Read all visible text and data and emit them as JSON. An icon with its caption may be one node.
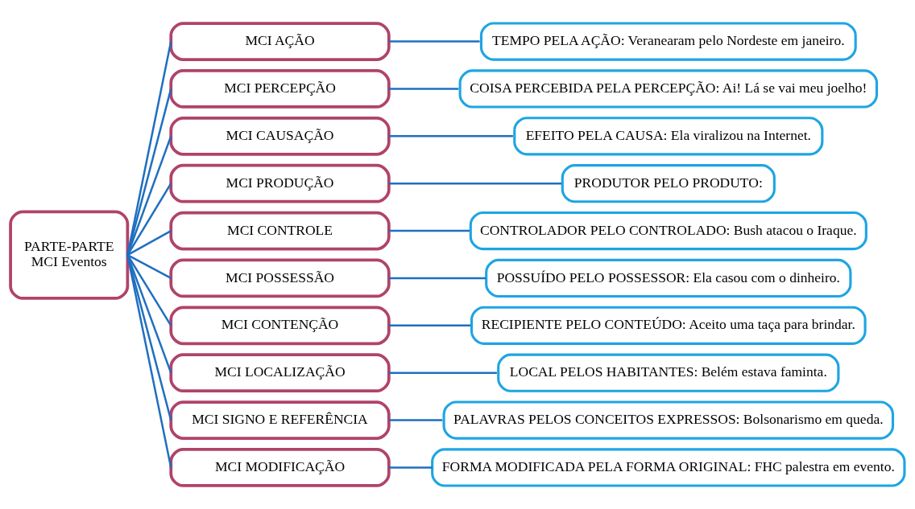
{
  "diagram": {
    "nodes": [
      {
        "text": [
          "PARTE-PARTE",
          "MCI Eventos"
        ]
      },
      {
        "text": [
          "MCI AÇÃO"
        ]
      },
      {
        "text": [
          "TEMPO PELA AÇÃO: Veranearam pelo Nordeste em janeiro."
        ]
      },
      {
        "text": [
          "MCI PERCEPÇÃO"
        ]
      },
      {
        "text": [
          "COISA PERCEBIDA PELA PERCEPÇÃO: Ai! Lá se vai meu joelho!"
        ]
      },
      {
        "text": [
          "MCI CAUSAÇÃO"
        ]
      },
      {
        "text": [
          "EFEITO PELA CAUSA: Ela viralizou na Internet."
        ]
      },
      {
        "text": [
          "MCI PRODUÇÃO"
        ]
      },
      {
        "text": [
          "PRODUTOR PELO PRODUTO:"
        ]
      },
      {
        "text": [
          "MCI CONTROLE"
        ]
      },
      {
        "text": [
          "CONTROLADOR PELO CONTROLADO: Bush atacou o Iraque."
        ]
      },
      {
        "text": [
          "MCI POSSESSÃO"
        ]
      },
      {
        "text": [
          "POSSUÍDO PELO POSSESSOR: Ela casou com o dinheiro."
        ]
      },
      {
        "text": [
          "MCI CONTENÇÃO"
        ]
      },
      {
        "text": [
          "RECIPIENTE PELO CONTEÚDO: Aceito uma taça para brindar."
        ]
      },
      {
        "text": [
          "MCI LOCALIZAÇÃO"
        ]
      },
      {
        "text": [
          "LOCAL PELOS HABITANTES: Belém estava faminta."
        ]
      },
      {
        "text": [
          "MCI SIGNO E REFERÊNCIA"
        ]
      },
      {
        "text": [
          "PALAVRAS PELOS CONCEITOS EXPRESSOS: Bolsonarismo em queda."
        ]
      },
      {
        "text": [
          "MCI MODIFICAÇÃO"
        ]
      },
      {
        "text": [
          "FORMA MODIFICADA PELA FORMA ORIGINAL: FHC palestra em evento."
        ]
      }
    ],
    "edges": [
      {
        "from": 0,
        "to": 1,
        "arrow": "none"
      },
      {
        "from": 1,
        "to": 2,
        "arrow": "none"
      },
      {
        "from": 0,
        "to": 3,
        "arrow": "none"
      },
      {
        "from": 3,
        "to": 4,
        "arrow": "none"
      },
      {
        "from": 0,
        "to": 5,
        "arrow": "none"
      },
      {
        "from": 5,
        "to": 6,
        "arrow": "none"
      },
      {
        "from": 0,
        "to": 7,
        "arrow": "none"
      },
      {
        "from": 7,
        "to": 8,
        "arrow": "none"
      },
      {
        "from": 0,
        "to": 9,
        "arrow": "none"
      },
      {
        "from": 9,
        "to": 10,
        "arrow": "none"
      },
      {
        "from": 0,
        "to": 11,
        "arrow": "none"
      },
      {
        "from": 11,
        "to": 12,
        "arrow": "none"
      },
      {
        "from": 0,
        "to": 13,
        "arrow": "none"
      },
      {
        "from": 13,
        "to": 14,
        "arrow": "none"
      },
      {
        "from": 0,
        "to": 15,
        "arrow": "none"
      },
      {
        "from": 15,
        "to": 16,
        "arrow": "none"
      },
      {
        "from": 0,
        "to": 17,
        "arrow": "none"
      },
      {
        "from": 17,
        "to": 18,
        "arrow": "none"
      },
      {
        "from": 0,
        "to": 19,
        "arrow": "none"
      },
      {
        "from": 19,
        "to": 20,
        "arrow": "none"
      }
    ]
  }
}
